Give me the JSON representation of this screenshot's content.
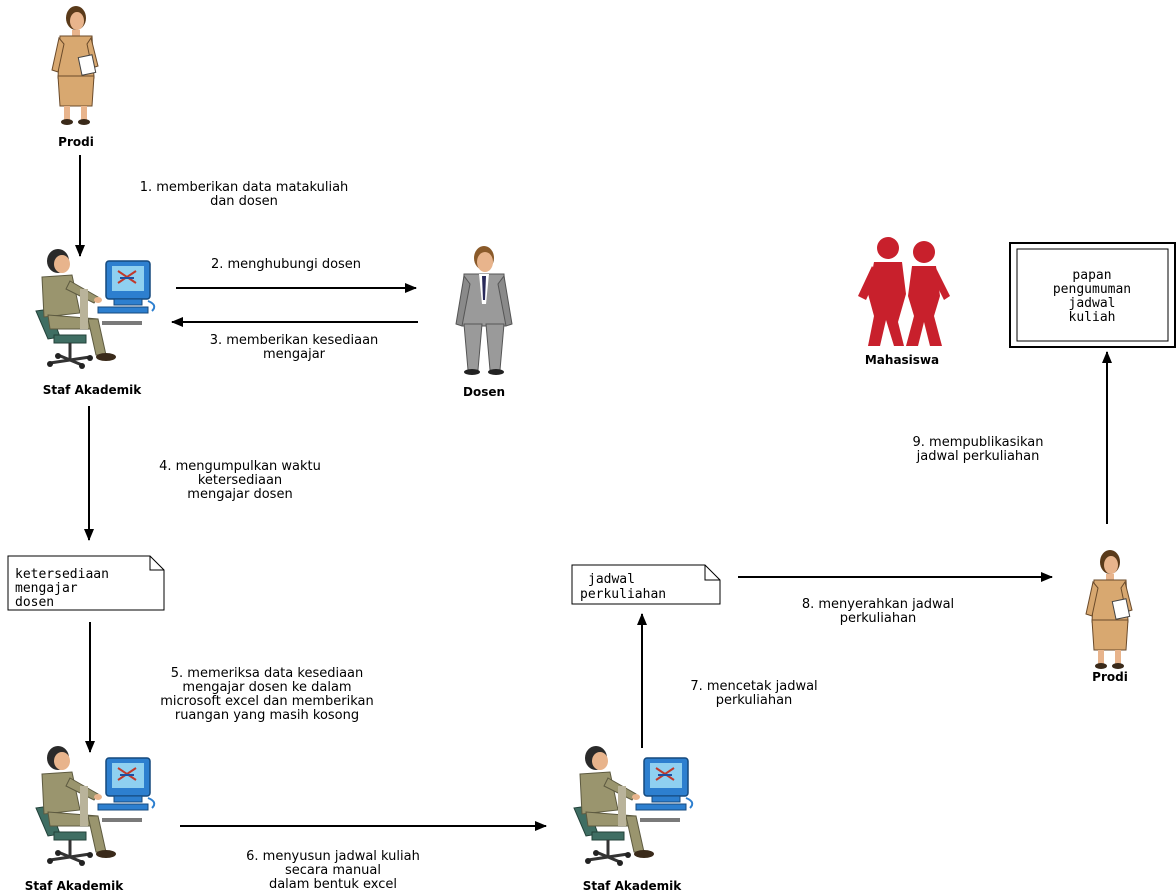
{
  "colors": {
    "background": "#ffffff",
    "line": "#000000",
    "skin": "#e8b48c",
    "dress": "#d8a870",
    "hair": "#5a3a1a",
    "staff_suit": "#9a956e",
    "chair": "#3f6e63",
    "monitor": "#2d7fcf",
    "screen": "#8fd0f0",
    "lecturer_suit": "#9a9a9a",
    "student_red": "#c8202c"
  },
  "actors": {
    "prodi_top": "Prodi",
    "staf_1": "Staf Akademik",
    "dosen": "Dosen",
    "mahasiswa": "Mahasiswa",
    "staf_2": "Staf Akademik",
    "staf_3": "Staf Akademik",
    "prodi_right": "Prodi"
  },
  "icons": {
    "prodi": "woman-clerk-icon",
    "staf": "staff-at-computer-icon",
    "dosen": "businessman-icon",
    "mahasiswa": "students-pair-icon"
  },
  "documents": {
    "ketersediaan": [
      "ketersediaan",
      "mengajar",
      "dosen"
    ],
    "jadwal": [
      "jadwal",
      "perkuliahan"
    ]
  },
  "board": [
    "papan",
    "pengumuman",
    "jadwal",
    "kuliah"
  ],
  "steps": {
    "s1": [
      "1. memberikan data matakuliah",
      "dan dosen"
    ],
    "s2": [
      "2. menghubungi dosen"
    ],
    "s3": [
      "3. memberikan kesediaan",
      "mengajar"
    ],
    "s4": [
      "4. mengumpulkan waktu",
      "ketersediaan",
      "mengajar dosen"
    ],
    "s5": [
      "5. memeriksa data kesediaan",
      "mengajar dosen ke dalam",
      "microsoft excel dan memberikan",
      "ruangan yang masih kosong"
    ],
    "s6": [
      "6. menyusun jadwal kuliah",
      "secara manual",
      "dalam bentuk excel"
    ],
    "s7": [
      "7. mencetak jadwal",
      "perkuliahan"
    ],
    "s8": [
      "8. menyerahkan jadwal",
      "perkuliahan"
    ],
    "s9": [
      "9. mempublikasikan",
      "jadwal perkuliahan"
    ]
  }
}
